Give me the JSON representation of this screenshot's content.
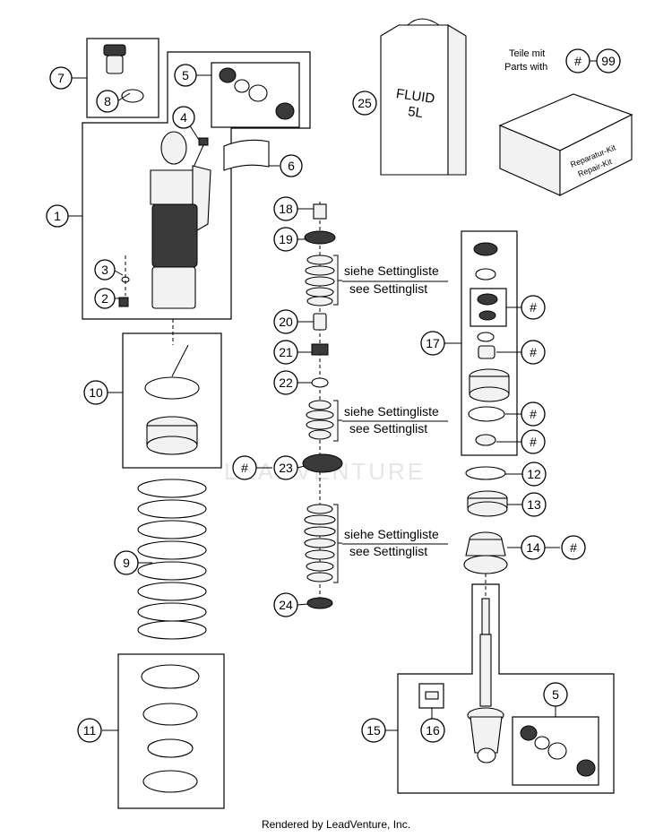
{
  "callouts": {
    "c1": "1",
    "c2": "2",
    "c3": "3",
    "c4": "4",
    "c5": "5",
    "c5b": "5",
    "c6": "6",
    "c7": "7",
    "c8": "8",
    "c9": "9",
    "c10": "10",
    "c11": "11",
    "c12": "12",
    "c13": "13",
    "c14": "14",
    "c15": "15",
    "c16": "16",
    "c17": "17",
    "c18": "18",
    "c19": "19",
    "c20": "20",
    "c21": "21",
    "c22": "22",
    "c23": "23",
    "c24": "24",
    "c25": "25",
    "c99": "99",
    "hash": "#"
  },
  "settings": {
    "line_de": "siehe Settingliste",
    "line_en": "see Settinglist"
  },
  "legend": {
    "line_de": "Teile mit",
    "line_en": "Parts with"
  },
  "fluid": {
    "line1": "FLUID",
    "line2": "5L"
  },
  "repair_kit": {
    "line_de": "Reparatur-Kit",
    "line_en": "Repair-Kit"
  },
  "watermark": "LEADVENTURE",
  "footer": "Rendered by LeadVenture, Inc."
}
